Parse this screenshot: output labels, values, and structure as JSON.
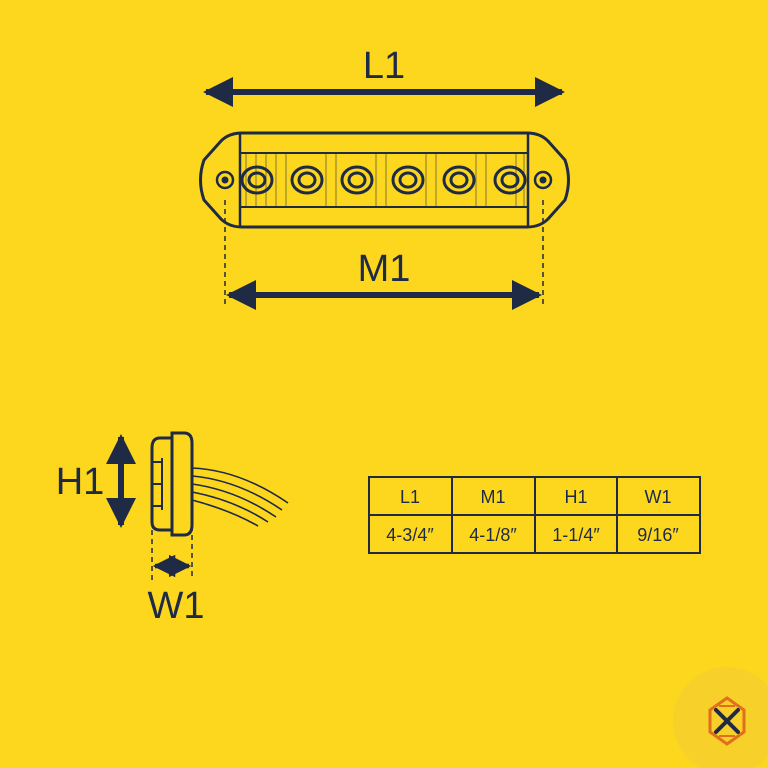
{
  "colors": {
    "background": "#FDD71E",
    "ink": "#1F2A44",
    "badge_circle": "#F8D02A",
    "badge_orange": "#E0701B"
  },
  "dimensions": {
    "L1": "L1",
    "M1": "M1",
    "H1": "H1",
    "W1": "W1"
  },
  "table": {
    "headers": [
      "L1",
      "M1",
      "H1",
      "W1"
    ],
    "values": [
      "4-3/4″",
      "4-1/8″",
      "1-1/4″",
      "9/16″"
    ]
  },
  "icons": {
    "logo": "diamond-x-logo-icon"
  }
}
